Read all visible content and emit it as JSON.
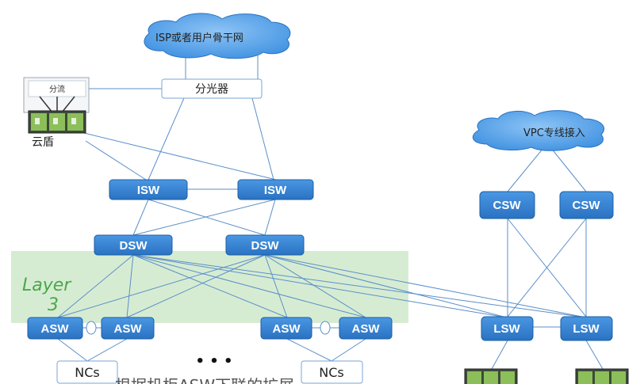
{
  "clouds": {
    "isp": "ISP或者用户骨干网",
    "vpc": "VPC专线接入"
  },
  "boxes": {
    "splitter": "分光器",
    "shunt": "分流",
    "yundun": "云盾",
    "nc_left": "NCs",
    "nc_right": "NCs"
  },
  "switches": {
    "isw1": "ISW",
    "isw2": "ISW",
    "dsw1": "DSW",
    "dsw2": "DSW",
    "asw1": "ASW",
    "asw2": "ASW",
    "asw3": "ASW",
    "asw4": "ASW",
    "csw1": "CSW",
    "csw2": "CSW",
    "lsw1": "LSW",
    "lsw2": "LSW"
  },
  "layer": {
    "line1": "Layer",
    "line2": "3"
  },
  "ellipsis": "• • •",
  "bottom_text": "根据机柜ASW下联的扩展",
  "colors": {
    "switch_fill": "#2f7fd0",
    "switch_stroke": "#1d5fa6",
    "link": "#5b8fc9",
    "layer_bg": "#d6ecd2",
    "cloud_fill": "#3a8ee0"
  }
}
